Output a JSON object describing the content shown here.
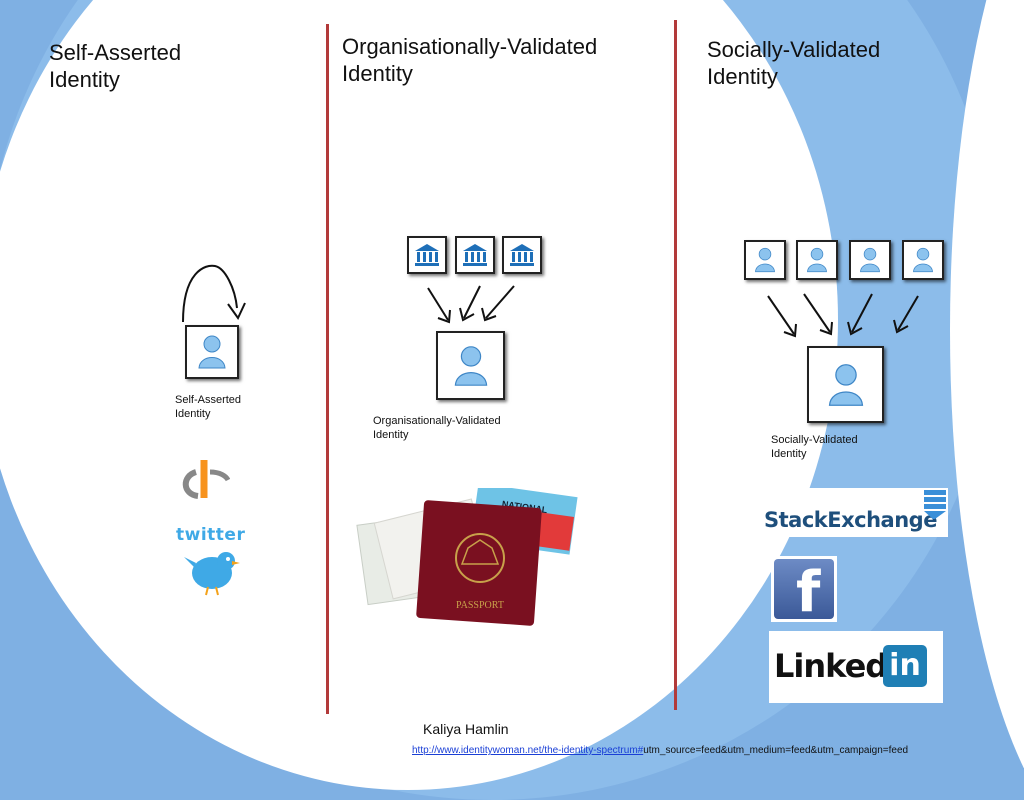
{
  "columns": {
    "self": {
      "title": "Self-Asserted Identity",
      "caption": "Self-Asserted Identity"
    },
    "org": {
      "title": "Organisationally-Validated Identity",
      "caption": "Organisationally-Validated Identity"
    },
    "social": {
      "title": "Socially-Validated Identity",
      "caption": "Socially-Validated Identity"
    }
  },
  "logos": {
    "twitter": "twitter",
    "stackexchange": "StackExchange",
    "facebook": "f",
    "linkedin": "Linked",
    "linkedin_in": "in",
    "passport": "PASSPORT",
    "national": "NATIONAL"
  },
  "footer": {
    "author": "Kaliya Hamlin",
    "url_link": "http://www.identitywoman.net/the-identity-spectrum#",
    "url_rest": "utm_source=feed&utm_medium=feed&utm_campaign=feed"
  },
  "colors": {
    "accent": "#b23a3a",
    "blue": "#7fb0e3",
    "link": "#1a3fd6"
  }
}
